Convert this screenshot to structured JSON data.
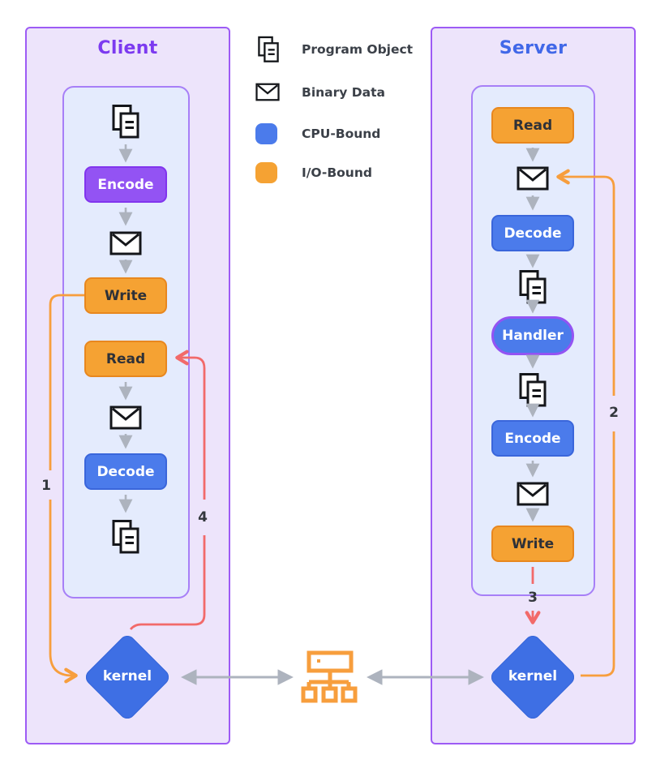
{
  "diagram": {
    "client": {
      "title": "Client",
      "nodes": {
        "encode": "Encode",
        "write": "Write",
        "read": "Read",
        "decode": "Decode",
        "kernel": "kernel"
      }
    },
    "server": {
      "title": "Server",
      "nodes": {
        "read": "Read",
        "decode": "Decode",
        "handler": "Handler",
        "encode": "Encode",
        "write": "Write",
        "kernel": "kernel"
      }
    },
    "legend": {
      "program_object": "Program Object",
      "binary_data": "Binary Data",
      "cpu_bound": "CPU-Bound",
      "io_bound": "I/O-Bound"
    },
    "steps": {
      "s1": "1",
      "s2": "2",
      "s3": "3",
      "s4": "4"
    },
    "colors": {
      "cpu_bound_blue": "#4B7BEB",
      "io_bound_orange": "#F5A233",
      "encode_purple": "#9353F3",
      "kernel_blue": "#3E6FE4",
      "panel_border": "#9D5BF5",
      "inner_panel_border": "#A77FF7",
      "panel_bg": "#EDE4FB",
      "inner_panel_bg": "#E4EBFD",
      "flow_arrow_gray": "#ADB3BE",
      "route_orange": "#F79E3D",
      "route_red": "#F26A6A"
    }
  }
}
